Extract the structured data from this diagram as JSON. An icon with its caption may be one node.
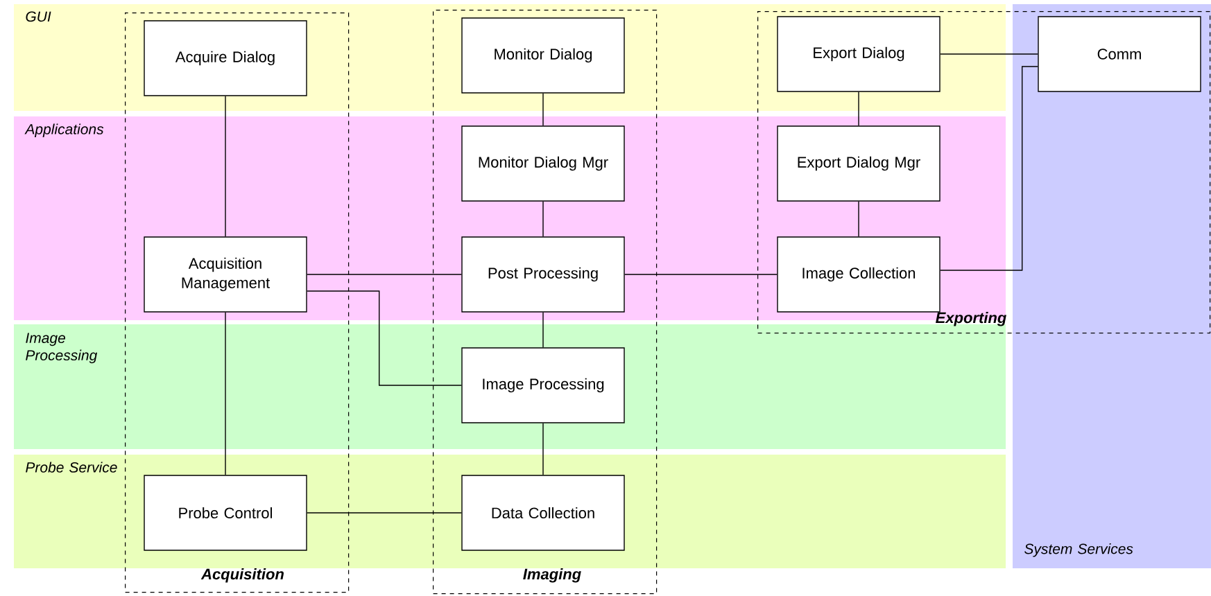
{
  "diagram": {
    "nodes": [
      {
        "text": [
          "Acquisition"
        ]
      },
      {
        "text": [
          "Imaging"
        ]
      },
      {
        "text": [
          "Exporting"
        ]
      },
      {
        "text": [
          "Acquire Dialog"
        ],
        "in": 0
      },
      {
        "text": [
          "Monitor Dialog"
        ],
        "in": 1
      },
      {
        "text": [
          "Export Dialog"
        ],
        "in": 2
      },
      {
        "text": [
          "Comm"
        ],
        "in": 2
      },
      {
        "text": [
          "Monitor Dialog Mgr"
        ],
        "in": 1
      },
      {
        "text": [
          "Export Dialog Mgr"
        ],
        "in": 2
      },
      {
        "text": [
          "Acquisition Management"
        ],
        "in": 0
      },
      {
        "text": [
          "Post Processing"
        ],
        "in": 1
      },
      {
        "text": [
          "Image Collection"
        ],
        "in": 2
      },
      {
        "text": [
          "Image Processing"
        ],
        "in": 1
      },
      {
        "text": [
          "Probe Control"
        ],
        "in": 0
      },
      {
        "text": [
          "Data Collection"
        ],
        "in": 1
      }
    ],
    "edges": [
      {
        "from": 3,
        "to": 9,
        "arrow": "none"
      },
      {
        "from": 4,
        "to": 7,
        "arrow": "none"
      },
      {
        "from": 7,
        "to": 10,
        "arrow": "none"
      },
      {
        "from": 5,
        "to": 8,
        "arrow": "none"
      },
      {
        "from": 8,
        "to": 11,
        "arrow": "none"
      },
      {
        "from": 5,
        "to": 6,
        "arrow": "none"
      },
      {
        "from": 11,
        "to": 6,
        "arrow": "none"
      },
      {
        "from": 9,
        "to": 10,
        "arrow": "none"
      },
      {
        "from": 9,
        "to": 12,
        "arrow": "none"
      },
      {
        "from": 10,
        "to": 11,
        "arrow": "none"
      },
      {
        "from": 10,
        "to": 12,
        "arrow": "none"
      },
      {
        "from": 12,
        "to": 14,
        "arrow": "none"
      },
      {
        "from": 9,
        "to": 13,
        "arrow": "none"
      },
      {
        "from": 13,
        "to": 14,
        "arrow": "none"
      }
    ],
    "labels": [
      "GUI",
      "Applications",
      "Image Processing",
      "Probe Service",
      "System Services"
    ]
  }
}
